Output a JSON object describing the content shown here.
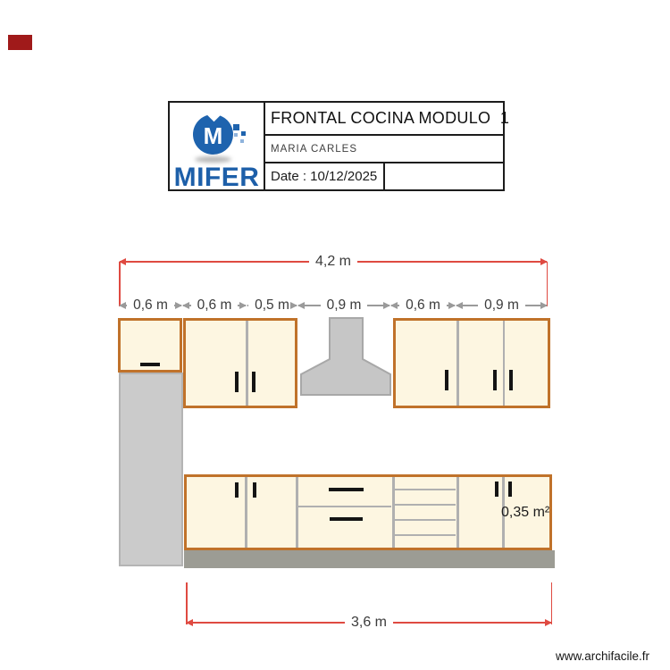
{
  "marker": {
    "color": "#a01a1a"
  },
  "title_block": {
    "title": "FRONTAL COCINA MODULO  1",
    "client": "MARIA CARLES",
    "date": "Date : 10/12/2025",
    "logo": {
      "monogram": "M",
      "brand": "MIFER",
      "blue": "#1d5fa9"
    }
  },
  "drawing": {
    "overall_width_label": "4,2 m",
    "segment_labels": [
      "0,6 m",
      "0,6 m",
      "0,5 m",
      "0,9 m",
      "0,6 m",
      "0,9 m"
    ],
    "base_width_label": "3,6 m",
    "area_label": "0,35 m²",
    "colors": {
      "dimension_red": "#df4a41",
      "dimension_gray": "#9a9a9a",
      "cabinet_fill": "#fdf6e1",
      "cabinet_border": "#c0722a",
      "hood_gray": "#c6c6c6",
      "fridge_gray": "#cbcbcb",
      "plinth_gray": "#9c9c94",
      "handle_black": "#141414"
    }
  },
  "watermark": {
    "label": "www.archifacile.fr"
  }
}
